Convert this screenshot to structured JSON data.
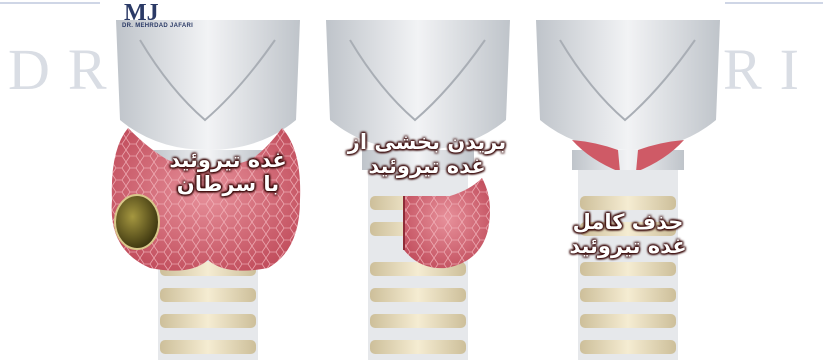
{
  "watermark": {
    "left_text": "DR",
    "right_text": "ARI"
  },
  "logo": {
    "mark": "MJ",
    "caption": "DR. MEHRDAD JAFARI"
  },
  "panels": [
    {
      "line1": "غده تیروئید",
      "line2": "با سرطان"
    },
    {
      "line1": "بریدن بخشی از",
      "line2": "غده تیروئید"
    },
    {
      "line1": "حذف کامل",
      "line2": "غده تیروئید"
    }
  ],
  "colors": {
    "thyroid": "#d96a78",
    "cartilage": "#e3e6ea",
    "tumor": "#8a7a2a"
  }
}
